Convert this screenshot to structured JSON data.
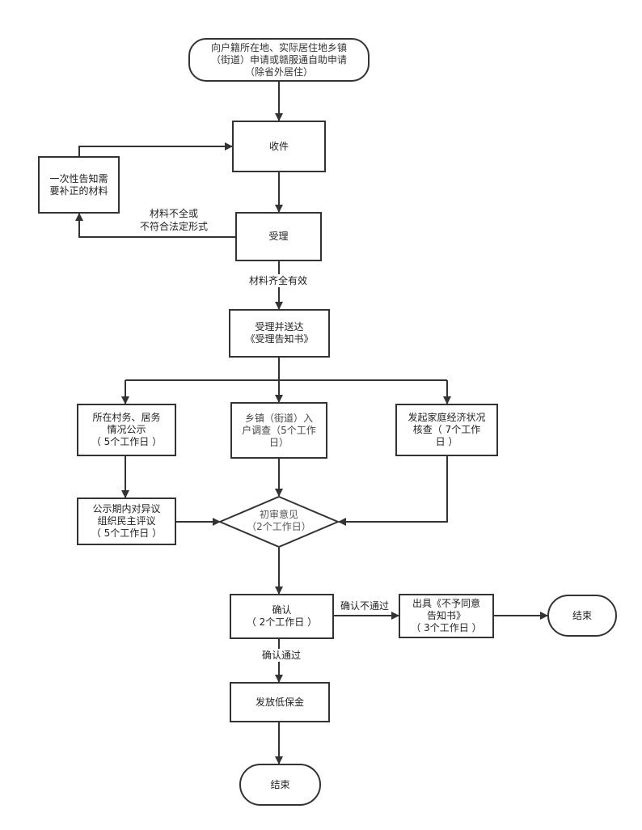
{
  "nodes": {
    "start": "向户籍所在地、实际居住地乡镇\n（街道）申请或赣服通自助申请\n（除省外居住）",
    "receive": "收件",
    "notify": "一次性告知需\n要补正的材料",
    "accept": "受理",
    "send_notice": "受理并送达\n《受理告知书》",
    "publicity": "所在村务、居务\n情况公示\n（ 5个工作日 ）",
    "survey": "乡镇（街道）入\n户调查（5个工作\n日）",
    "economic_check": "发起家庭经济状况\n核查（ 7个工作\n日 ）",
    "objection": "公示期内对异议\n组织民主评议\n（ 5个工作日 ）",
    "preliminary": "初审意见\n（2个工作日）",
    "confirm": "确认\n（ 2个工作日 ）",
    "disagree_notice": "出具《不予同意\n告知书》\n（ 3个工作日 ）",
    "end_right": "结束",
    "issue": "发放低保金",
    "end_bottom": "结束"
  },
  "labels": {
    "incomplete": "材料不全或\n不符合法定形式",
    "complete": "材料齐全有效",
    "confirm_fail": "确认不通过",
    "confirm_pass": "确认通过"
  }
}
